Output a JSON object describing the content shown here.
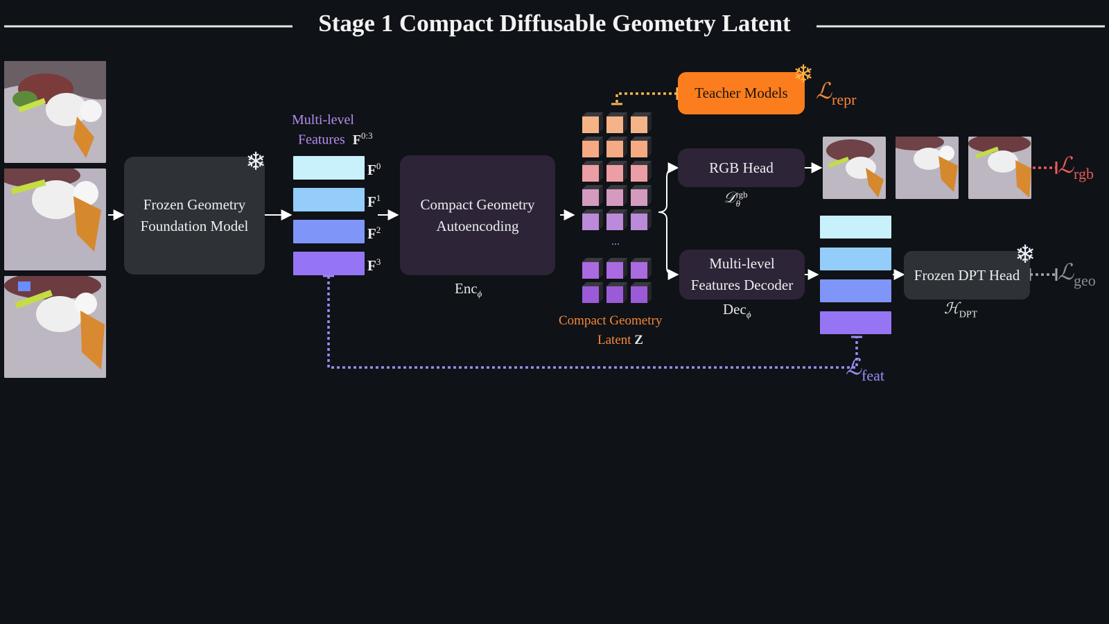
{
  "title": "Stage 1 Compact Diffusable Geometry Latent",
  "frozen_geometry_model": {
    "line1": "Frozen Geometry",
    "line2": "Foundation Model"
  },
  "multilevel_features": {
    "line1": "Multi-level",
    "line2": "Features",
    "symbol": "F",
    "superscript": "0:3"
  },
  "feature_levels": [
    {
      "symbol": "F",
      "superscript": "0",
      "color": "#c9f1fb"
    },
    {
      "symbol": "F",
      "superscript": "1",
      "color": "#94cdf9"
    },
    {
      "symbol": "F",
      "superscript": "2",
      "color": "#7f95f7"
    },
    {
      "symbol": "F",
      "superscript": "3",
      "color": "#9675f4"
    }
  ],
  "autoencoder": {
    "line1": "Compact Geometry",
    "line2": "Autoencoding",
    "label": "Enc",
    "subscript": "ϕ"
  },
  "latent": {
    "line1": "Compact  Geometry",
    "line2": "Latent",
    "symbol": "Z",
    "ellipsis": "...",
    "row_colors": [
      "#f5b487",
      "#f5aa83",
      "#eb9ea3",
      "#d49ac0",
      "#bb8ad8",
      "#aa6ae0",
      "#9b5bd8"
    ]
  },
  "teacher": {
    "label": "Teacher Models",
    "loss": "ℒ",
    "loss_sub": "repr",
    "color": "#fb7d1d"
  },
  "rgb_head": {
    "label": "RGB Head",
    "symbol": "𝒟",
    "sup": "rgb",
    "sub": "θ",
    "loss": "ℒ",
    "loss_sub": "rgb",
    "loss_color": "#e85a5a"
  },
  "features_decoder": {
    "line1": "Multi-level",
    "line2": "Features Decoder",
    "label": "Dec",
    "subscript": "ϕ"
  },
  "dpt_head": {
    "label": "Frozen DPT Head",
    "symbol": "ℋ",
    "sub": "DPT",
    "loss": "ℒ",
    "loss_sub": "geo",
    "loss_color": "#8c8f95"
  },
  "feat_loss": {
    "loss": "ℒ",
    "loss_sub": "feat",
    "color": "#9b8cf7"
  },
  "snowflake": "❄",
  "colors": {
    "background": "#0f1216",
    "box_dark": "#2e3237",
    "box_purple": "#2e2438",
    "frozen_blue": "#eef3ff",
    "teacher_snow": "#ffb347"
  }
}
